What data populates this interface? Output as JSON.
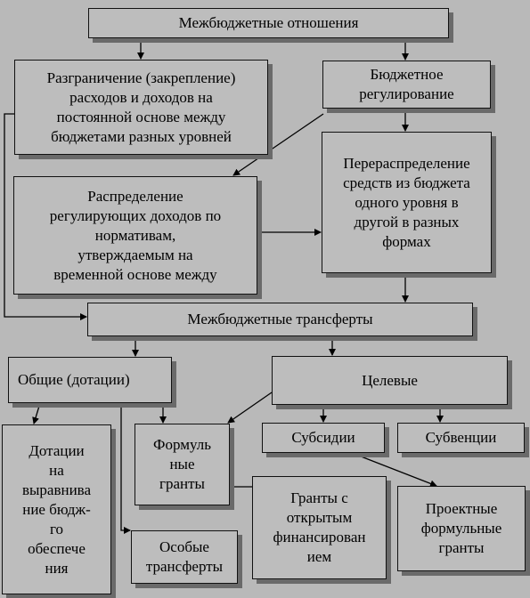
{
  "diagram": {
    "nodes": {
      "root": "Межбюджетные отношения",
      "delimitation": "Разграничение (закрепление)\nрасходов и доходов на\nпостоянной основе между\nбюджетами разных уровней",
      "regulation": "Бюджетное\nрегулирование",
      "redistribution": "Перераспределение\nсредств из бюджета\nодного уровня в\nдругой в разных\nформах",
      "distribution": "Распределение\nрегулирующих доходов по\nнормативам,\nутверждаемым на\nвременной основе между",
      "transfers": "Межбюджетные трансферты",
      "general": "Общие (дотации)",
      "targeted": "Целевые",
      "equalization": "Дотации\nна\nвыравнива\nние бюдж-\nго\nобеспече\nния",
      "formula_grants": "Формуль\nные\nгранты",
      "subsidies": "Субсидии",
      "subventions": "Субвенции",
      "special": "Особые\nтрансферты",
      "open_grants": "Гранты с\nоткрытым\nфинансирован\nием",
      "project_grants": "Проектные\nформульные\nгранты"
    },
    "edges": [
      [
        "root",
        "delimitation"
      ],
      [
        "root",
        "regulation"
      ],
      [
        "regulation",
        "redistribution"
      ],
      [
        "regulation",
        "distribution"
      ],
      [
        "distribution",
        "redistribution"
      ],
      [
        "redistribution",
        "transfers"
      ],
      [
        "delimitation",
        "transfers"
      ],
      [
        "transfers",
        "general"
      ],
      [
        "transfers",
        "targeted"
      ],
      [
        "general",
        "equalization"
      ],
      [
        "general",
        "special"
      ],
      [
        "targeted",
        "formula_grants"
      ],
      [
        "targeted",
        "subsidies"
      ],
      [
        "targeted",
        "subventions"
      ],
      [
        "subsidies",
        "project_grants"
      ],
      [
        "formula_grants",
        "open_grants"
      ]
    ]
  }
}
